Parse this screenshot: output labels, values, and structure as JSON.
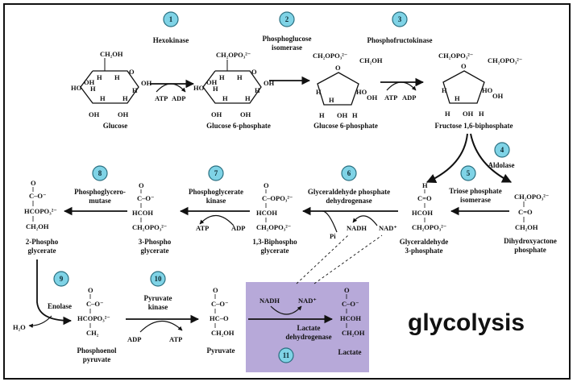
{
  "title": "glycolysis",
  "colors": {
    "step_badge": "#7fd3e6",
    "step_badge_stroke": "#2a6f80",
    "lactate_box": "#b7a9d9",
    "ink": "#111111"
  },
  "steps": [
    {
      "n": "1",
      "enzyme": [
        "Hexokinase"
      ]
    },
    {
      "n": "2",
      "enzyme": [
        "Phosphoglucose",
        "isomerase"
      ]
    },
    {
      "n": "3",
      "enzyme": [
        "Phosphofructokinase"
      ]
    },
    {
      "n": "4",
      "enzyme": [
        "Aldolase"
      ]
    },
    {
      "n": "5",
      "enzyme": [
        "Triose phosphate",
        "isomerase"
      ]
    },
    {
      "n": "6",
      "enzyme": [
        "Glyceraldehyde phosphate",
        "dehydrogenase"
      ]
    },
    {
      "n": "7",
      "enzyme": [
        "Phosphoglycerate",
        "kinase"
      ]
    },
    {
      "n": "8",
      "enzyme": [
        "Phosphoglycero-",
        "mutase"
      ]
    },
    {
      "n": "9",
      "enzyme": [
        "Enolase"
      ]
    },
    {
      "n": "10",
      "enzyme": [
        "Pyruvate",
        "kinase"
      ]
    },
    {
      "n": "11",
      "enzyme": [
        "Lactate",
        "dehydrogenase"
      ]
    }
  ],
  "compounds": {
    "glucose": {
      "name": [
        "Glucose"
      ],
      "formula": [
        "CH₂OH",
        "H",
        "O",
        "H",
        "H",
        "H",
        "OH",
        "OH",
        "H",
        "OH",
        "HO",
        "H",
        "OH"
      ]
    },
    "g6p": {
      "name": [
        "Glucose 6-phosphate"
      ],
      "formula": [
        "CH₂OPO₃²⁻",
        "H",
        "O",
        "H",
        "H",
        "H",
        "OH",
        "OH",
        "H",
        "OH",
        "HO",
        "H",
        "OH"
      ]
    },
    "f6p": {
      "name": [
        "Glucose 6-phosphate"
      ],
      "formula": [
        "CH₂OPO₃²⁻",
        "O",
        "CH₂OH",
        "H",
        "HO",
        "H",
        "OH",
        "H",
        "OH",
        "H"
      ]
    },
    "fbp": {
      "name": [
        "Fructose 1,6-biphosphate"
      ],
      "formula": [
        "CH₂OPO₃²⁻",
        "O",
        "CH₂OPO₃²⁻",
        "H",
        "HO",
        "H",
        "OH",
        "H",
        "OH",
        "H"
      ]
    },
    "dhap": {
      "name": [
        "Dihydroxyactone",
        "phosphate"
      ],
      "formula": [
        "CH₂OPO₃²⁻",
        "C=O",
        "CH₂OH"
      ]
    },
    "gap": {
      "name": [
        "Glyceraldehyde",
        "3-phosphate"
      ],
      "formula": [
        "H",
        "C=O",
        "HCOH",
        "CH₂OPO₃²⁻"
      ]
    },
    "bpg": {
      "name": [
        "1,3-Biphospho",
        "glycerate"
      ],
      "formula": [
        "O",
        "C–OPO₃²⁻",
        "HCOH",
        "CH₂OPO₃²⁻"
      ]
    },
    "pg3": {
      "name": [
        "3-Phospho",
        "glycerate"
      ],
      "formula": [
        "O",
        "C–O⁻",
        "HCOH",
        "CH₂OPO₃²⁻"
      ]
    },
    "pg2": {
      "name": [
        "2-Phospho",
        "glycerate"
      ],
      "formula": [
        "O",
        "C–O⁻",
        "HCOPO₃²⁻",
        "CH₂OH"
      ]
    },
    "pep": {
      "name": [
        "Phosphoenol",
        "pyruvate"
      ],
      "formula": [
        "O",
        "C–O⁻",
        "HCOPO₃²⁻",
        "CH₂"
      ]
    },
    "pyruvate": {
      "name": [
        "Pyruvate"
      ],
      "formula": [
        "O",
        "C–O⁻",
        "HC–O",
        "CH₂OH"
      ]
    },
    "lactate": {
      "name": [
        "Lactate"
      ],
      "formula": [
        "O",
        "C–O⁻",
        "HCOH",
        "CH₂OH"
      ]
    }
  },
  "cofactors": {
    "s1": [
      "ATP",
      "ADP"
    ],
    "s3": [
      "ATP",
      "ADP"
    ],
    "s6": [
      "Pi",
      "NADH",
      "NAD⁺"
    ],
    "s7": [
      "ATP",
      "ADP"
    ],
    "s9": [
      "H₂O"
    ],
    "s10": [
      "ADP",
      "ATP"
    ],
    "s11": [
      "NADH",
      "NAD⁺"
    ]
  }
}
